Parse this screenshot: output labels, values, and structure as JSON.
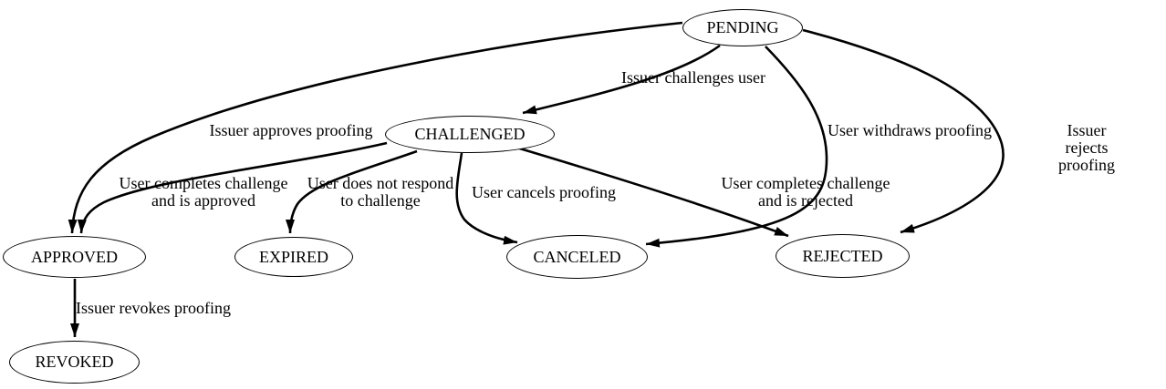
{
  "diagram": {
    "background_color": "#ffffff",
    "stroke_color": "#000000",
    "text_color": "#000000",
    "nodes": [
      {
        "id": "pending",
        "label": "PENDING"
      },
      {
        "id": "challenged",
        "label": "CHALLENGED"
      },
      {
        "id": "approved",
        "label": "APPROVED"
      },
      {
        "id": "expired",
        "label": "EXPIRED"
      },
      {
        "id": "canceled",
        "label": "CANCELED"
      },
      {
        "id": "rejected",
        "label": "REJECTED"
      },
      {
        "id": "revoked",
        "label": "REVOKED"
      }
    ],
    "edges": [
      {
        "from": "PENDING",
        "to": "CHALLENGED",
        "label": "Issuer challenges user"
      },
      {
        "from": "PENDING",
        "to": "APPROVED",
        "label": "Issuer approves proofing"
      },
      {
        "from": "PENDING",
        "to": "CANCELED",
        "label": "User withdraws proofing"
      },
      {
        "from": "PENDING",
        "to": "REJECTED",
        "label": "Issuer rejects proofing"
      },
      {
        "from": "CHALLENGED",
        "to": "APPROVED",
        "label": "User completes challenge\nand is approved"
      },
      {
        "from": "CHALLENGED",
        "to": "EXPIRED",
        "label": "User does not respond\nto challenge"
      },
      {
        "from": "CHALLENGED",
        "to": "CANCELED",
        "label": "User cancels proofing"
      },
      {
        "from": "CHALLENGED",
        "to": "REJECTED",
        "label": "User completes challenge\nand is rejected"
      },
      {
        "from": "APPROVED",
        "to": "REVOKED",
        "label": "Issuer revokes proofing"
      }
    ]
  }
}
